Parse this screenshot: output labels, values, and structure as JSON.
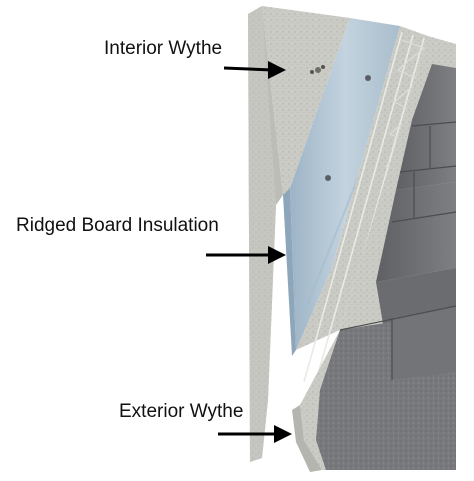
{
  "labels": {
    "interior_wythe": "Interior Wythe",
    "insulation": "Ridged Board Insulation",
    "exterior_wythe": "Exterior Wythe"
  },
  "colors": {
    "background": "#ffffff",
    "concrete": "#c9c9c4",
    "insulation_board": "#b8cbd9",
    "exterior_stone": "#7a7c80",
    "arrow": "#000000"
  }
}
